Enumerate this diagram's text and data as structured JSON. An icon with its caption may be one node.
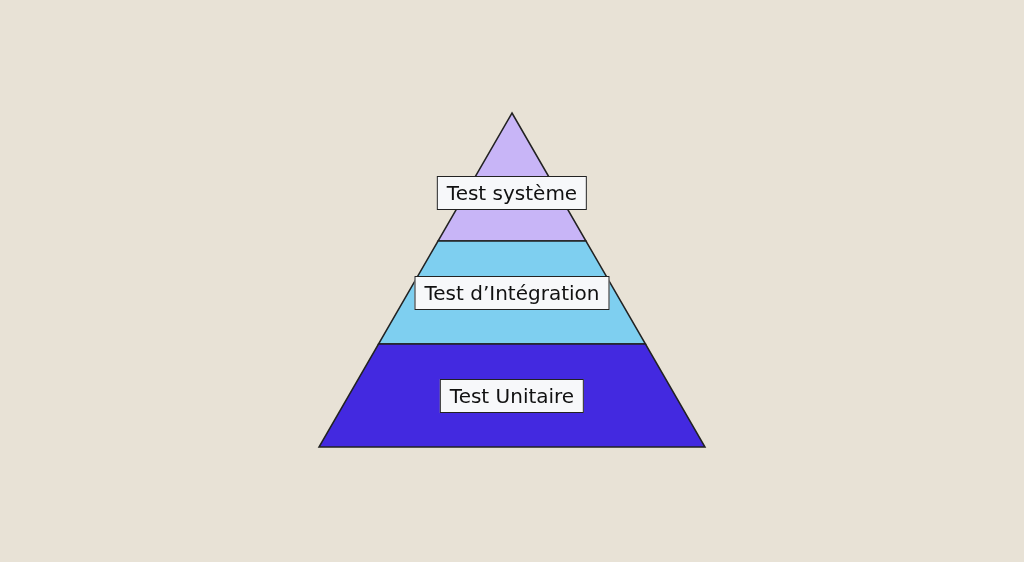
{
  "diagram": {
    "nodes": [
      {
        "text": [
          "Test système"
        ]
      },
      {
        "text": [
          "Test d’Intégration"
        ]
      },
      {
        "text": [
          "Test Unitaire"
        ]
      }
    ]
  }
}
